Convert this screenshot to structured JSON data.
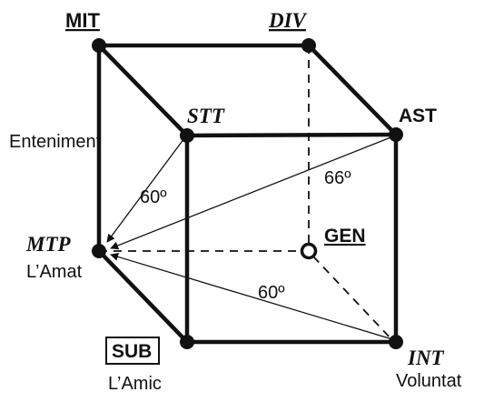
{
  "vertices": {
    "mit": "MIT",
    "div": "DIV",
    "stt": "STT",
    "ast": "AST",
    "mtp": "MTP",
    "gen": "GEN",
    "sub": "SUB",
    "int": "INT"
  },
  "captions": {
    "enteniment": "Enteniment",
    "amat": "L’Amat",
    "amic": "L’Amic",
    "voluntat": "Voluntat"
  },
  "angles": {
    "stt_to_mtp": "60º",
    "ast_to_mtp": "66º",
    "int_to_mtp": "60º"
  }
}
